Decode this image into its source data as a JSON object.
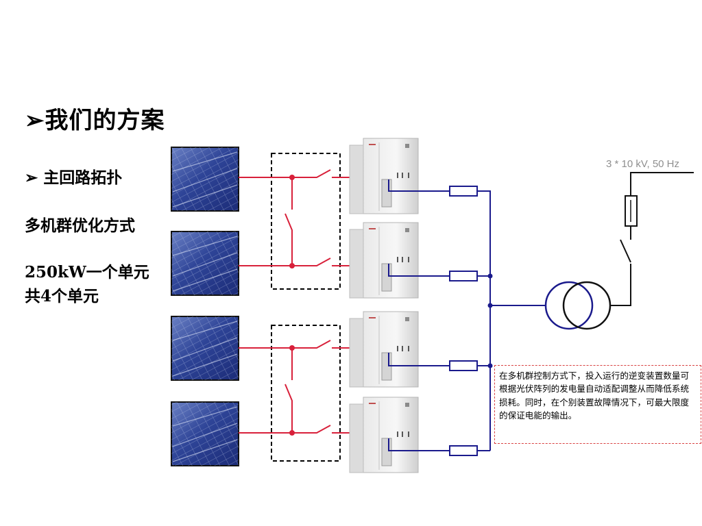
{
  "slide": {
    "title": "➢我们的方案",
    "bullet": "➢  主回路拓扑",
    "line1": "多机群优化方式",
    "line2": "250kW一个单元",
    "line3": "共4个单元"
  },
  "grid_label": "3 * 10 kV, 50 Hz",
  "note": "在多机群控制方式下，投入运行的逆变装置数量可根据光伏阵列的发电量自动适配调整从而降低系统损耗。同时，在个别装置故障情况下，可最大限度的保证电能的输出。",
  "colors": {
    "dc_wire": "#d8203a",
    "ac_wire": "#1a1a8c",
    "panel_blue": "#2b3f8f",
    "note_border": "#d84040"
  },
  "icons": [
    "solar-panel",
    "inverter-cabinet",
    "fuse",
    "switch",
    "transformer"
  ]
}
